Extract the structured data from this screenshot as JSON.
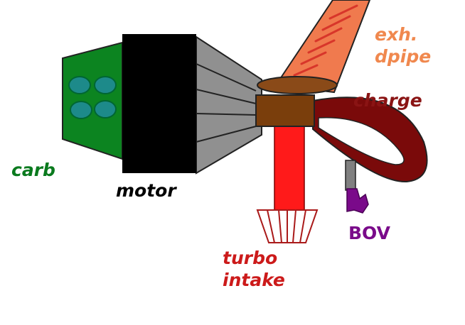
{
  "labels": {
    "carb": "carb",
    "motor": "motor",
    "exhaust_line1": "exh.",
    "exhaust_line2": "dpipe",
    "charge": "charge",
    "bov": "BOV",
    "turbo_line1": "turbo",
    "turbo_line2": "intake"
  },
  "colors": {
    "carb": "#0a7a1e",
    "carb_body": "#0c8420",
    "carb_bowls": "#1d8a8a",
    "motor": "#000000",
    "exhaust": "#f07a4e",
    "exhaust_label": "#f0884e",
    "exhaust_stripes": "#d8362a",
    "charge_pipe": "#7a0a0a",
    "charge_label": "#8a1414",
    "turbo_body": "#7a3e0c",
    "turbo_flange": "#8a4a18",
    "intake_pipe": "#ff1a1a",
    "intake_label": "#cc1a1a",
    "filter": "#aa1a1a",
    "bov": "#7a0a8a",
    "bov_pipe": "#808080",
    "headers": "#909090"
  }
}
